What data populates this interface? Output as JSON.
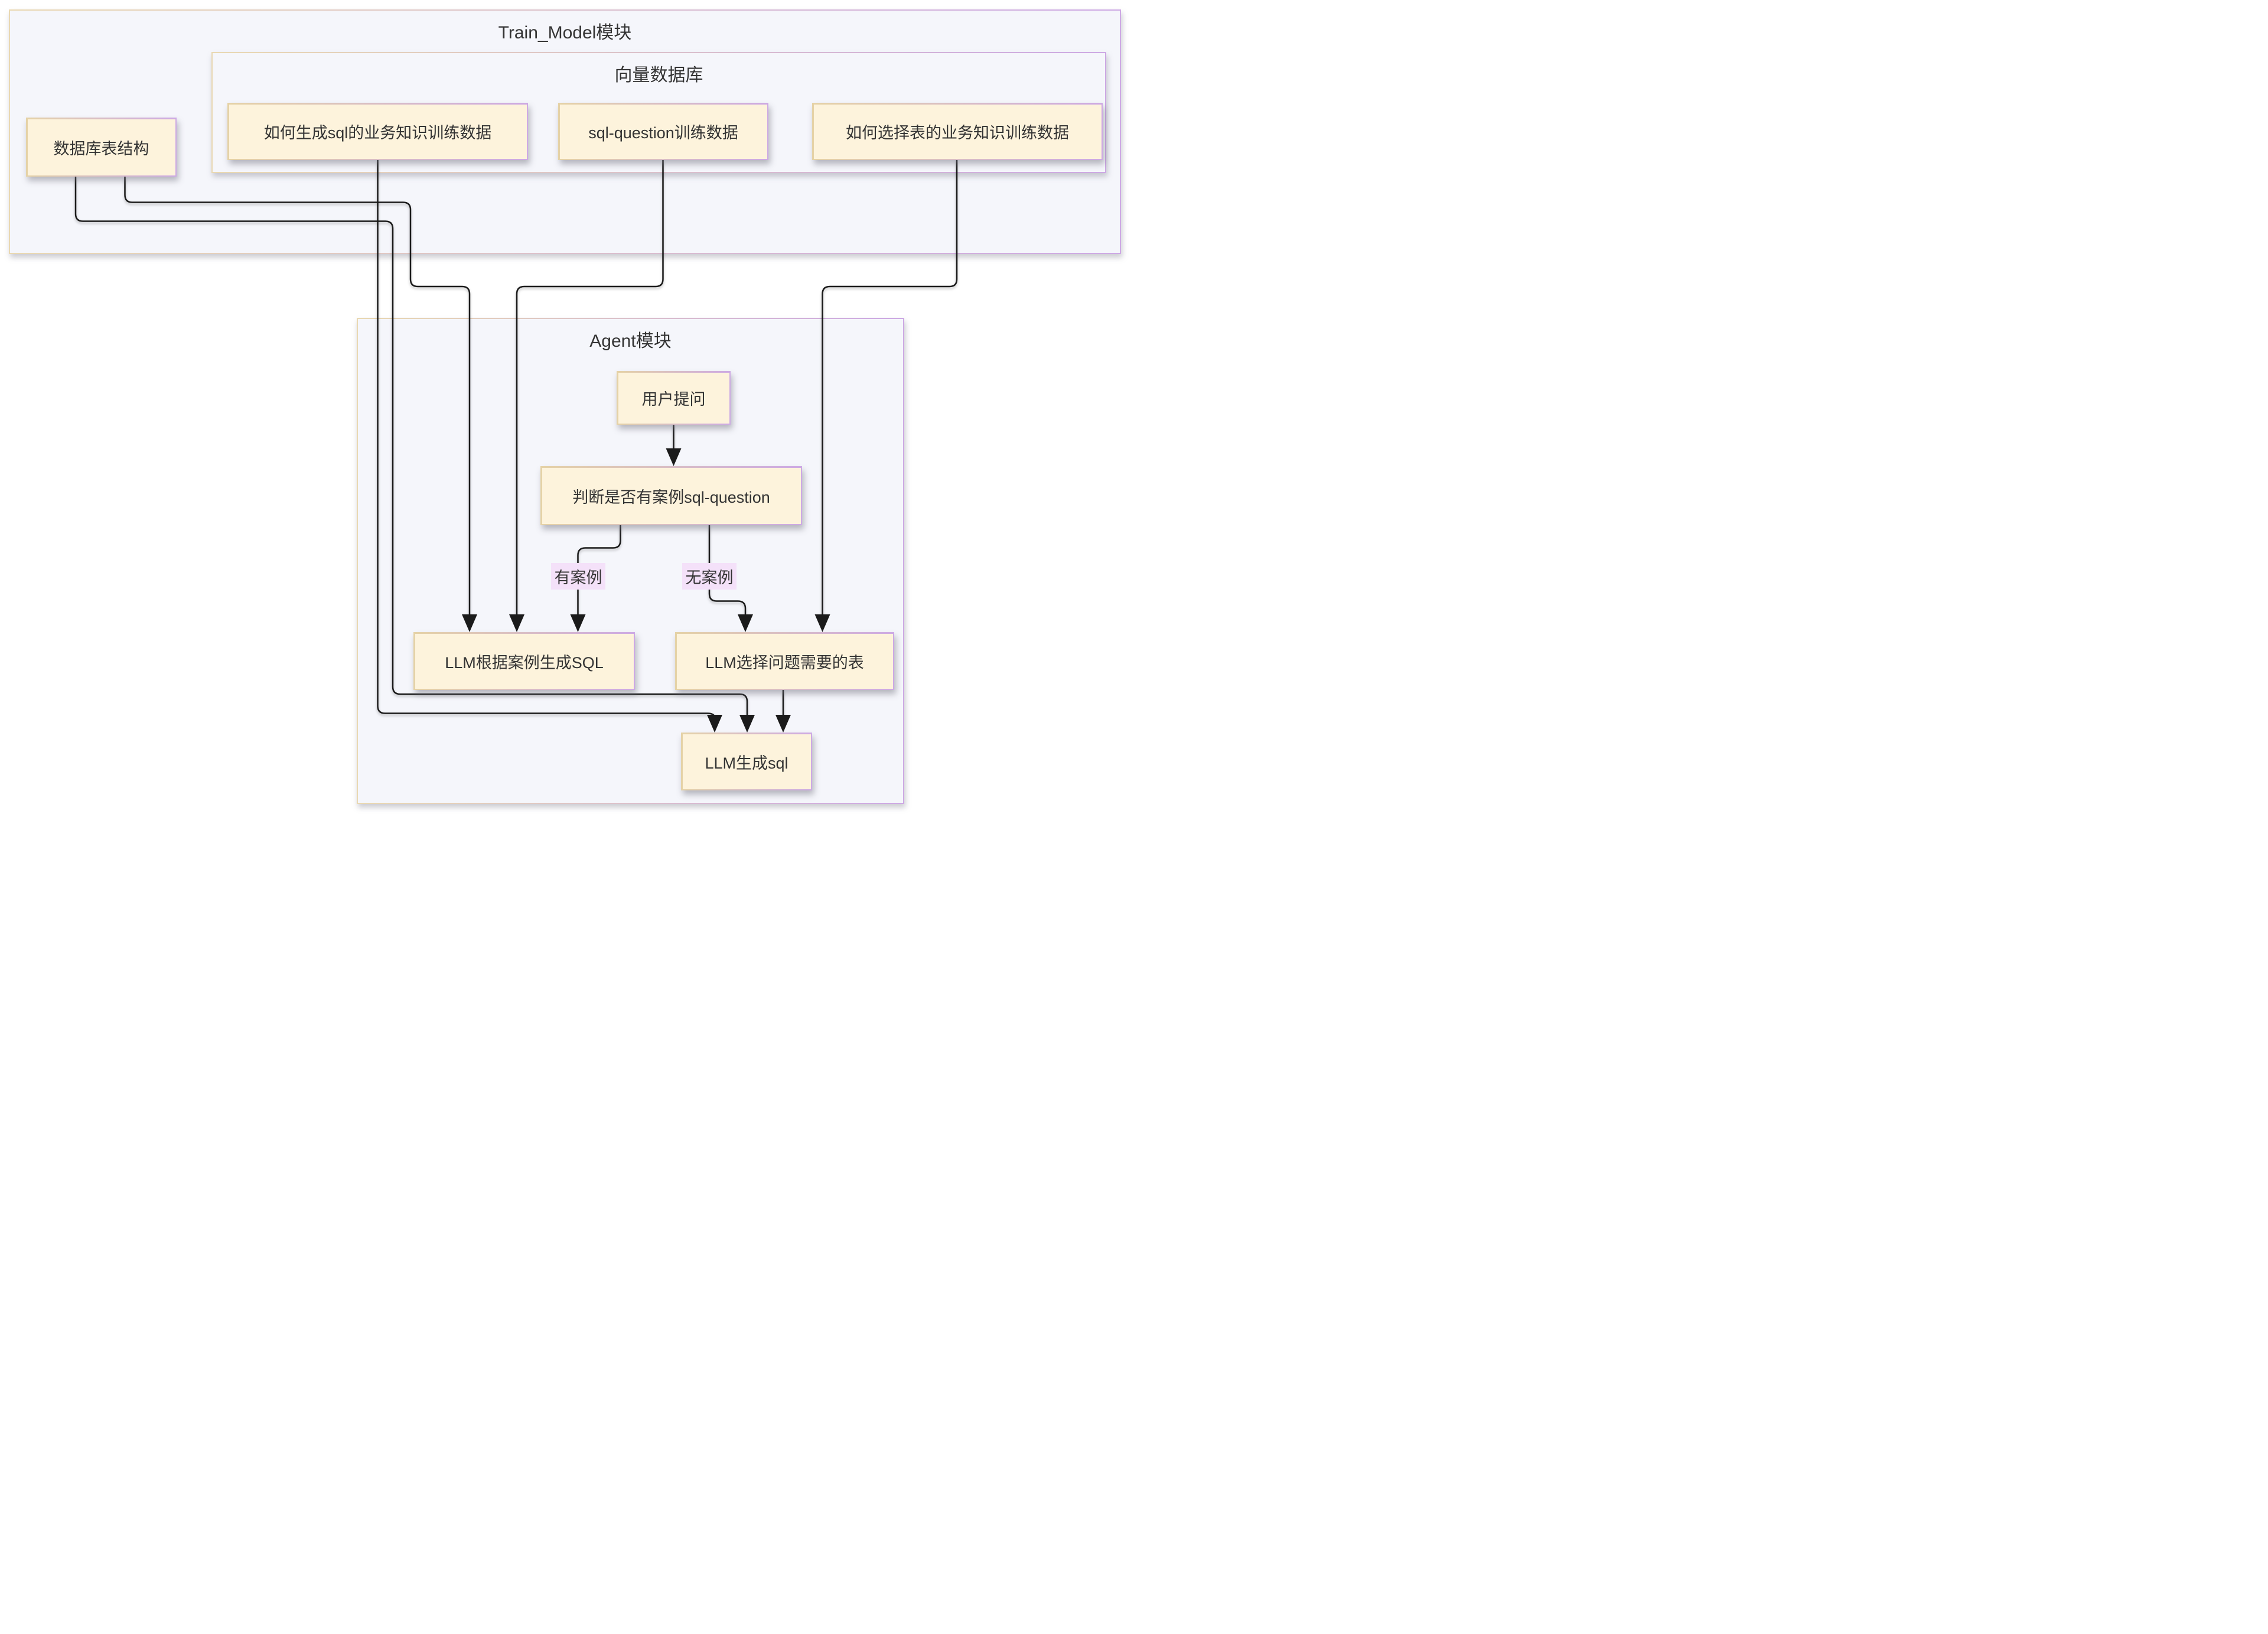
{
  "diagram": {
    "type": "flowchart",
    "containers": {
      "train_model": {
        "label": "Train_Model模块"
      },
      "vector_db": {
        "label": "向量数据库"
      },
      "agent": {
        "label": "Agent模块"
      }
    },
    "nodes": {
      "db_schema": {
        "label": "数据库表结构"
      },
      "gen_sql_knowledge": {
        "label": "如何生成sql的业务知识训练数据"
      },
      "sql_question_data": {
        "label": "sql-question训练数据"
      },
      "table_select_knowledge": {
        "label": "如何选择表的业务知识训练数据"
      },
      "user_question": {
        "label": "用户提问"
      },
      "judge_case": {
        "label": "判断是否有案例sql-question"
      },
      "llm_sql_by_case": {
        "label": "LLM根据案例生成SQL"
      },
      "llm_select_tables": {
        "label": "LLM选择问题需要的表"
      },
      "llm_gen_sql": {
        "label": "LLM生成sql"
      }
    },
    "edge_labels": {
      "has_case": {
        "label": "有案例"
      },
      "no_case": {
        "label": "无案例"
      }
    },
    "edges": [
      {
        "from": "数据库表结构",
        "to": "LLM根据案例生成SQL",
        "label": ""
      },
      {
        "from": "数据库表结构",
        "to": "LLM生成sql",
        "label": ""
      },
      {
        "from": "如何生成sql的业务知识训练数据",
        "to": "LLM生成sql",
        "label": ""
      },
      {
        "from": "sql-question训练数据",
        "to": "LLM根据案例生成SQL",
        "label": ""
      },
      {
        "from": "如何选择表的业务知识训练数据",
        "to": "LLM选择问题需要的表",
        "label": ""
      },
      {
        "from": "用户提问",
        "to": "判断是否有案例sql-question",
        "label": ""
      },
      {
        "from": "判断是否有案例sql-question",
        "to": "LLM根据案例生成SQL",
        "label": "有案例"
      },
      {
        "from": "判断是否有案例sql-question",
        "to": "LLM选择问题需要的表",
        "label": "无案例"
      },
      {
        "from": "LLM选择问题需要的表",
        "to": "LLM生成sql",
        "label": ""
      }
    ],
    "colors": {
      "node_fill": "#fdf3dc",
      "border_tan": "#e9d8b2",
      "border_purple": "#cda9e4",
      "container_fill": "#f5f6fb",
      "edge_label_bg": "#f4e1f9",
      "line": "#1b1b1b",
      "text": "#333333"
    }
  }
}
